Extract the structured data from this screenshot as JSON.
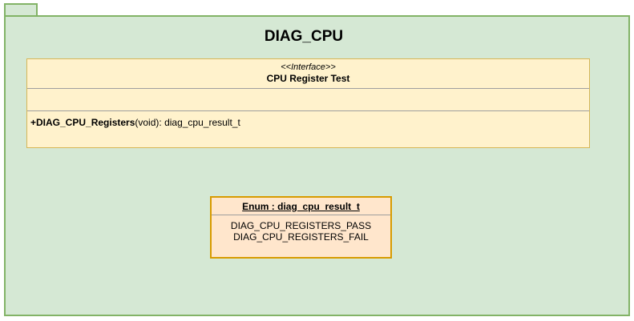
{
  "package": {
    "title": "DIAG_CPU"
  },
  "interface_box": {
    "stereotype": "<<Interface>>",
    "name": "CPU Register Test",
    "attributes": [],
    "method": {
      "name": "+DIAG_CPU_Registers",
      "signature": "(void): diag_cpu_result_t"
    }
  },
  "enum_box": {
    "title": "Enum : diag_cpu_result_t",
    "values": [
      "DIAG_CPU_REGISTERS_PASS",
      "DIAG_CPU_REGISTERS_FAIL"
    ]
  },
  "colors": {
    "canvas_bg": "#ffffff",
    "package_fill": "#d5e8d4",
    "package_stroke": "#82b366",
    "interface_fill": "#fff2cc",
    "interface_stroke": "#d6b656",
    "enum_fill": "#ffe6cc",
    "enum_stroke": "#d79b00",
    "divider": "#9e9e9e",
    "text": "#000000"
  }
}
